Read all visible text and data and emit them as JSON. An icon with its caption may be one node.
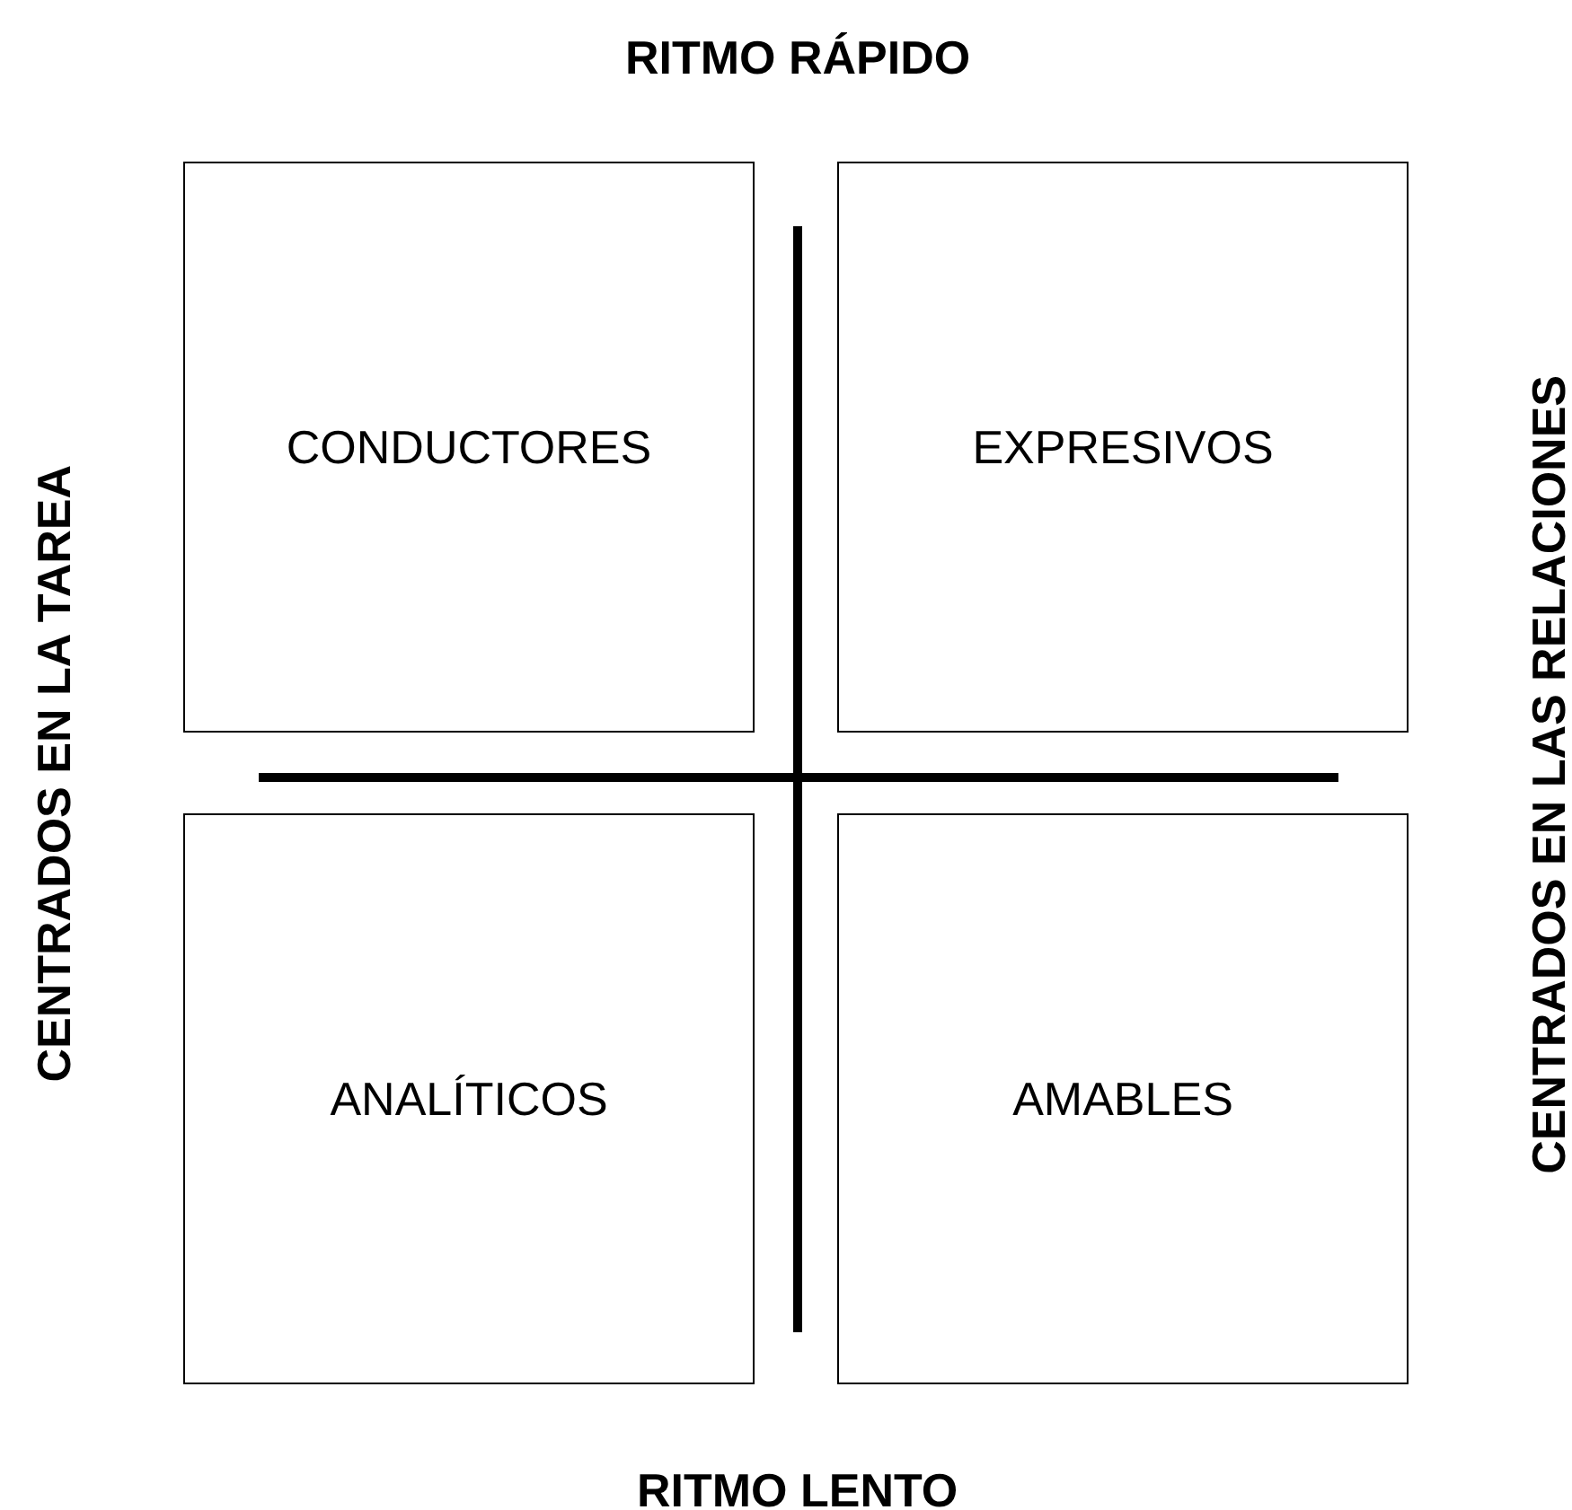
{
  "diagram": {
    "nodes": [
      {
        "text": [
          "CONDUCTORES"
        ]
      },
      {
        "text": [
          "EXPRESIVOS"
        ]
      },
      {
        "text": [
          "ANALÍTICOS"
        ]
      },
      {
        "text": [
          "AMABLES"
        ]
      }
    ],
    "labels": [
      "RITMO RÁPIDO",
      "CENTRADOS EN LA TAREA",
      "CENTRADOS EN LAS RELACIONES",
      "RITMO LENTO"
    ]
  }
}
